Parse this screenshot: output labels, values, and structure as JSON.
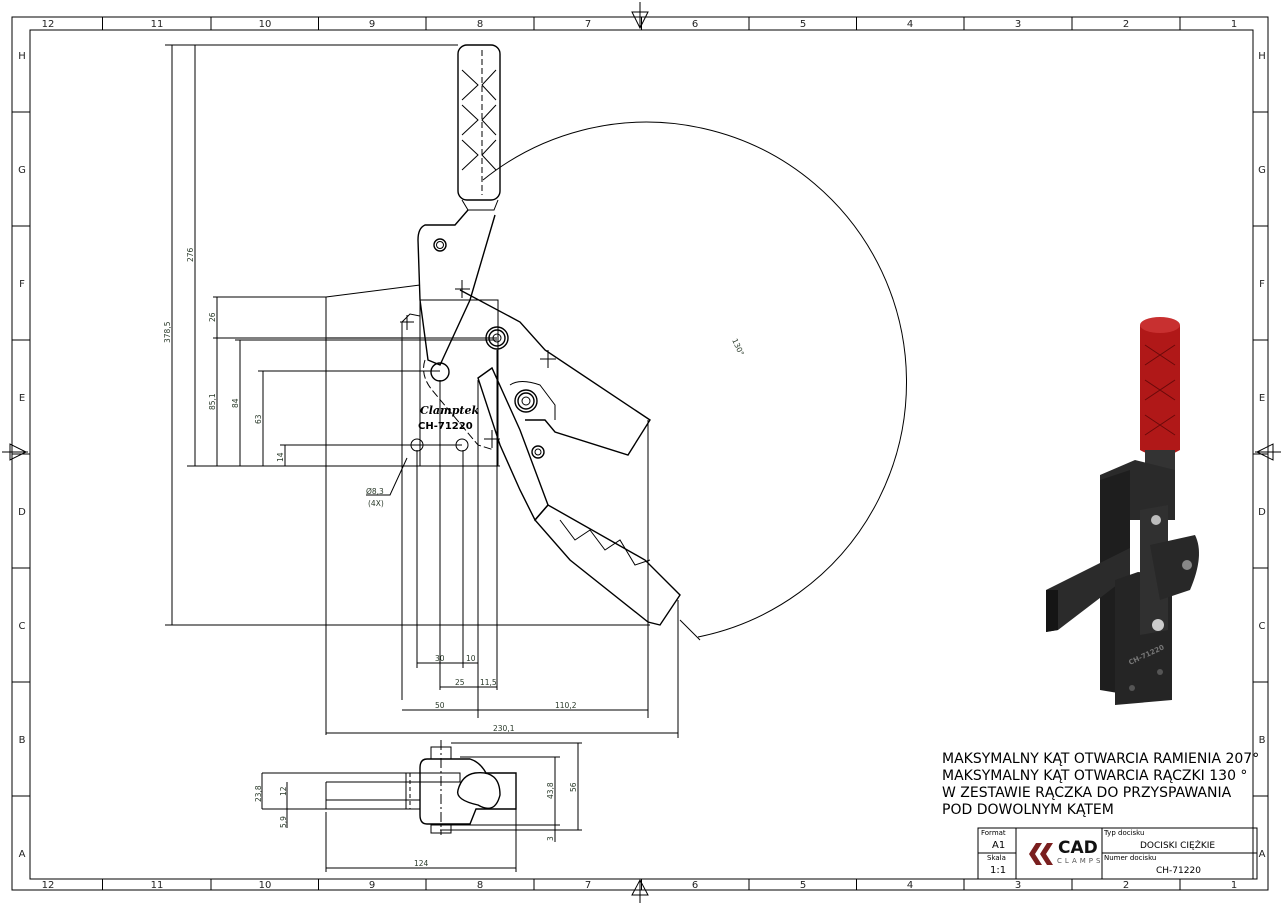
{
  "ruler": {
    "columns": [
      "12",
      "11",
      "10",
      "9",
      "8",
      "7",
      "6",
      "5",
      "4",
      "3",
      "2",
      "1"
    ],
    "rows": [
      "H",
      "G",
      "F",
      "E",
      "D",
      "C",
      "B",
      "A"
    ]
  },
  "dimensions": {
    "overall_height": "378,5",
    "handle_height": "276",
    "d26": "26",
    "d85_1": "85,1",
    "d84": "84",
    "d63": "63",
    "d14": "14",
    "hole_dia": "Ø8,3",
    "hole_count": "(4X)",
    "d30": "30",
    "d10": "10",
    "d25": "25",
    "d11_5": "11,5",
    "d50": "50",
    "d110_2": "110,2",
    "d230_1": "230,1",
    "handle_angle": "130°",
    "d23_8": "23,8",
    "d12": "12",
    "d5_9": "5,9",
    "d43_8": "43,8",
    "d56": "56",
    "d3": "3",
    "d124": "124"
  },
  "part_marking": {
    "brand": "Clamptek",
    "code": "CH-71220"
  },
  "notes": [
    "MAKSYMALNY KĄT OTWARCIA RAMIENIA 207°",
    "MAKSYMALNY KĄT OTWARCIA RĄCZKI 130 °",
    "W ZESTAWIE RĄCZKA DO PRZYSPAWANIA",
    "POD DOWOLNYM KĄTEM"
  ],
  "title_block": {
    "format_label": "Format",
    "format_value": "A1",
    "scale_label": "Skala",
    "scale_value": "1:1",
    "logo_main": "CAD",
    "logo_sub": "CLAMPS",
    "type_label": "Typ docisku",
    "type_value": "DOCISKI CIĘŻKIE",
    "number_label": "Numer docisku",
    "number_value": "CH-71220"
  },
  "colors": {
    "handle_red": "#b01818",
    "body_black": "#222222",
    "logo_red": "#7a1f1f",
    "dimension_text": "#2a3a2a"
  }
}
